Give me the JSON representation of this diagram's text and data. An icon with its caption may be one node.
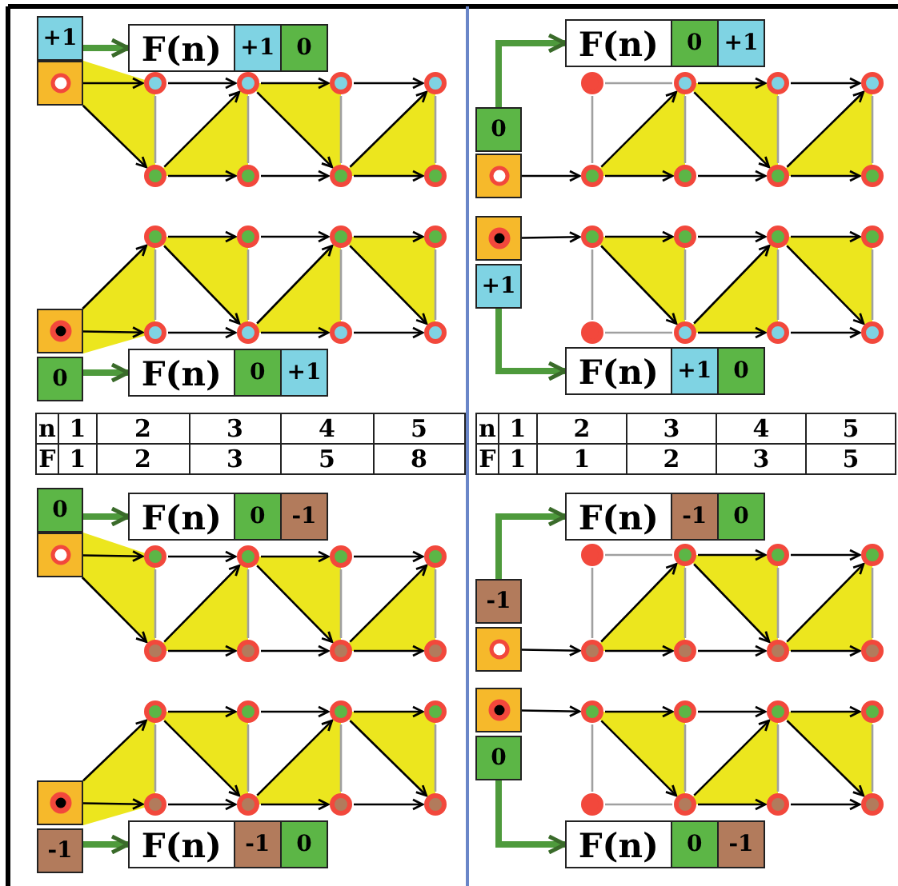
{
  "diagram": {
    "nodes": [
      {
        "text": [
          "+1"
        ]
      },
      {
        "text": [],
        "shape": "box"
      },
      {
        "text": [
          "F(n)",
          "+1",
          "0"
        ]
      },
      {
        "text": [],
        "shape": "circle"
      },
      {
        "text": [],
        "shape": "circle"
      },
      {
        "text": [],
        "shape": "circle"
      },
      {
        "text": [],
        "shape": "circle"
      },
      {
        "text": [],
        "shape": "circle"
      },
      {
        "text": [],
        "shape": "circle"
      },
      {
        "text": [],
        "shape": "circle"
      },
      {
        "text": [],
        "shape": "circle"
      },
      {
        "text": [
          "0"
        ]
      },
      {
        "text": [],
        "shape": "box"
      },
      {
        "text": [
          "F(n)",
          "0",
          "+1"
        ]
      },
      {
        "text": [],
        "shape": "circle"
      },
      {
        "text": [],
        "shape": "circle"
      },
      {
        "text": [],
        "shape": "circle"
      },
      {
        "text": [],
        "shape": "circle"
      },
      {
        "text": [],
        "shape": "circle"
      },
      {
        "text": [],
        "shape": "circle"
      },
      {
        "text": [],
        "shape": "circle"
      },
      {
        "text": [],
        "shape": "circle"
      },
      {
        "text": [
          "0"
        ]
      },
      {
        "text": [],
        "shape": "box"
      },
      {
        "text": [
          "F(n)",
          "0",
          "+1"
        ]
      },
      {
        "text": [],
        "shape": "circle"
      },
      {
        "text": [],
        "shape": "circle"
      },
      {
        "text": [],
        "shape": "circle"
      },
      {
        "text": [],
        "shape": "circle"
      },
      {
        "text": [],
        "shape": "circle"
      },
      {
        "text": [],
        "shape": "circle"
      },
      {
        "text": [],
        "shape": "circle"
      },
      {
        "text": [],
        "shape": "circle"
      },
      {
        "text": [
          "+1"
        ]
      },
      {
        "text": [],
        "shape": "box"
      },
      {
        "text": [
          "F(n)",
          "+1",
          "0"
        ]
      },
      {
        "text": [],
        "shape": "circle"
      },
      {
        "text": [],
        "shape": "circle"
      },
      {
        "text": [],
        "shape": "circle"
      },
      {
        "text": [],
        "shape": "circle"
      },
      {
        "text": [],
        "shape": "circle"
      },
      {
        "text": [],
        "shape": "circle"
      },
      {
        "text": [],
        "shape": "circle"
      },
      {
        "text": [],
        "shape": "circle"
      },
      {
        "text": [
          "0"
        ]
      },
      {
        "text": [],
        "shape": "box"
      },
      {
        "text": [
          "F(n)",
          "0",
          "-1"
        ]
      },
      {
        "text": [],
        "shape": "circle"
      },
      {
        "text": [],
        "shape": "circle"
      },
      {
        "text": [],
        "shape": "circle"
      },
      {
        "text": [],
        "shape": "circle"
      },
      {
        "text": [],
        "shape": "circle"
      },
      {
        "text": [],
        "shape": "circle"
      },
      {
        "text": [],
        "shape": "circle"
      },
      {
        "text": [],
        "shape": "circle"
      },
      {
        "text": [
          "-1"
        ]
      },
      {
        "text": [],
        "shape": "box"
      },
      {
        "text": [
          "F(n)",
          "-1",
          "0"
        ]
      },
      {
        "text": [],
        "shape": "circle"
      },
      {
        "text": [],
        "shape": "circle"
      },
      {
        "text": [],
        "shape": "circle"
      },
      {
        "text": [],
        "shape": "circle"
      },
      {
        "text": [],
        "shape": "circle"
      },
      {
        "text": [],
        "shape": "circle"
      },
      {
        "text": [],
        "shape": "circle"
      },
      {
        "text": [],
        "shape": "circle"
      },
      {
        "text": [
          "-1"
        ]
      },
      {
        "text": [],
        "shape": "box"
      },
      {
        "text": [
          "F(n)",
          "-1",
          "0"
        ]
      },
      {
        "text": [],
        "shape": "circle"
      },
      {
        "text": [],
        "shape": "circle"
      },
      {
        "text": [],
        "shape": "circle"
      },
      {
        "text": [],
        "shape": "circle"
      },
      {
        "text": [],
        "shape": "circle"
      },
      {
        "text": [],
        "shape": "circle"
      },
      {
        "text": [],
        "shape": "circle"
      },
      {
        "text": [],
        "shape": "circle"
      },
      {
        "text": [
          "0"
        ]
      },
      {
        "text": [],
        "shape": "box"
      },
      {
        "text": [
          "F(n)",
          "0",
          "-1"
        ]
      },
      {
        "text": [],
        "shape": "circle"
      },
      {
        "text": [],
        "shape": "circle"
      },
      {
        "text": [],
        "shape": "circle"
      },
      {
        "text": [],
        "shape": "circle"
      },
      {
        "text": [],
        "shape": "circle"
      },
      {
        "text": [],
        "shape": "circle"
      },
      {
        "text": [],
        "shape": "circle"
      },
      {
        "text": [],
        "shape": "circle"
      }
    ],
    "edges": [
      {
        "from": 1,
        "to": 3,
        "arrow": "to"
      },
      {
        "from": 1,
        "to": 7,
        "arrow": "to"
      },
      {
        "from": 3,
        "to": 4,
        "arrow": "to"
      },
      {
        "from": 4,
        "to": 5,
        "arrow": "to"
      },
      {
        "from": 5,
        "to": 6,
        "arrow": "to"
      },
      {
        "from": 7,
        "to": 8,
        "arrow": "to"
      },
      {
        "from": 8,
        "to": 9,
        "arrow": "to"
      },
      {
        "from": 9,
        "to": 10,
        "arrow": "to"
      },
      {
        "from": 7,
        "to": 4,
        "arrow": "to"
      },
      {
        "from": 4,
        "to": 9,
        "arrow": "to"
      },
      {
        "from": 9,
        "to": 6,
        "arrow": "to"
      },
      {
        "from": 3,
        "to": 7,
        "arrow": "none",
        "color": "#a0a0a0"
      },
      {
        "from": 4,
        "to": 8,
        "arrow": "none",
        "color": "#a0a0a0"
      },
      {
        "from": 5,
        "to": 9,
        "arrow": "none",
        "color": "#a0a0a0"
      },
      {
        "from": 6,
        "to": 10,
        "arrow": "none",
        "color": "#a0a0a0"
      },
      {
        "from": 0,
        "to": 2,
        "arrow": "to",
        "style": "thick",
        "color": "#4e9a3c"
      },
      {
        "from": 12,
        "to": 18,
        "arrow": "to"
      },
      {
        "from": 14,
        "to": 15,
        "arrow": "none",
        "color": "#a0a0a0"
      },
      {
        "from": 15,
        "to": 16,
        "arrow": "to"
      },
      {
        "from": 16,
        "to": 17,
        "arrow": "to"
      },
      {
        "from": 18,
        "to": 19,
        "arrow": "to"
      },
      {
        "from": 19,
        "to": 20,
        "arrow": "to"
      },
      {
        "from": 20,
        "to": 21,
        "arrow": "to"
      },
      {
        "from": 18,
        "to": 15,
        "arrow": "to"
      },
      {
        "from": 15,
        "to": 20,
        "arrow": "to"
      },
      {
        "from": 20,
        "to": 17,
        "arrow": "to"
      },
      {
        "from": 14,
        "to": 18,
        "arrow": "none",
        "color": "#a0a0a0"
      },
      {
        "from": 15,
        "to": 19,
        "arrow": "none",
        "color": "#a0a0a0"
      },
      {
        "from": 16,
        "to": 20,
        "arrow": "none",
        "color": "#a0a0a0"
      },
      {
        "from": 17,
        "to": 21,
        "arrow": "none",
        "color": "#a0a0a0"
      },
      {
        "from": 11,
        "to": 13,
        "arrow": "to",
        "style": "thick",
        "color": "#4e9a3c"
      },
      {
        "from": 23,
        "to": 25,
        "arrow": "to"
      },
      {
        "from": 23,
        "to": 29,
        "arrow": "to"
      },
      {
        "from": 25,
        "to": 26,
        "arrow": "to"
      },
      {
        "from": 26,
        "to": 27,
        "arrow": "to"
      },
      {
        "from": 27,
        "to": 28,
        "arrow": "to"
      },
      {
        "from": 29,
        "to": 30,
        "arrow": "to"
      },
      {
        "from": 30,
        "to": 31,
        "arrow": "to"
      },
      {
        "from": 31,
        "to": 32,
        "arrow": "to"
      },
      {
        "from": 25,
        "to": 30,
        "arrow": "to"
      },
      {
        "from": 30,
        "to": 27,
        "arrow": "to"
      },
      {
        "from": 27,
        "to": 32,
        "arrow": "to"
      },
      {
        "from": 25,
        "to": 29,
        "arrow": "none",
        "color": "#a0a0a0"
      },
      {
        "from": 26,
        "to": 30,
        "arrow": "none",
        "color": "#a0a0a0"
      },
      {
        "from": 27,
        "to": 31,
        "arrow": "none",
        "color": "#a0a0a0"
      },
      {
        "from": 28,
        "to": 32,
        "arrow": "none",
        "color": "#a0a0a0"
      },
      {
        "from": 22,
        "to": 24,
        "arrow": "to",
        "style": "thick",
        "color": "#4e9a3c"
      },
      {
        "from": 34,
        "to": 36,
        "arrow": "to"
      },
      {
        "from": 36,
        "to": 37,
        "arrow": "to"
      },
      {
        "from": 37,
        "to": 38,
        "arrow": "to"
      },
      {
        "from": 38,
        "to": 39,
        "arrow": "to"
      },
      {
        "from": 40,
        "to": 41,
        "arrow": "none",
        "color": "#a0a0a0"
      },
      {
        "from": 41,
        "to": 42,
        "arrow": "to"
      },
      {
        "from": 42,
        "to": 43,
        "arrow": "to"
      },
      {
        "from": 36,
        "to": 41,
        "arrow": "to"
      },
      {
        "from": 41,
        "to": 38,
        "arrow": "to"
      },
      {
        "from": 38,
        "to": 43,
        "arrow": "to"
      },
      {
        "from": 36,
        "to": 40,
        "arrow": "none",
        "color": "#a0a0a0"
      },
      {
        "from": 37,
        "to": 41,
        "arrow": "none",
        "color": "#a0a0a0"
      },
      {
        "from": 38,
        "to": 42,
        "arrow": "none",
        "color": "#a0a0a0"
      },
      {
        "from": 39,
        "to": 43,
        "arrow": "none",
        "color": "#a0a0a0"
      },
      {
        "from": 33,
        "to": 35,
        "arrow": "to",
        "style": "thick",
        "color": "#4e9a3c"
      },
      {
        "from": 45,
        "to": 47,
        "arrow": "to"
      },
      {
        "from": 45,
        "to": 51,
        "arrow": "to"
      },
      {
        "from": 47,
        "to": 48,
        "arrow": "to"
      },
      {
        "from": 48,
        "to": 49,
        "arrow": "to"
      },
      {
        "from": 49,
        "to": 50,
        "arrow": "to"
      },
      {
        "from": 51,
        "to": 52,
        "arrow": "to"
      },
      {
        "from": 52,
        "to": 53,
        "arrow": "to"
      },
      {
        "from": 53,
        "to": 54,
        "arrow": "to"
      },
      {
        "from": 51,
        "to": 48,
        "arrow": "to"
      },
      {
        "from": 48,
        "to": 53,
        "arrow": "to"
      },
      {
        "from": 53,
        "to": 50,
        "arrow": "to"
      },
      {
        "from": 47,
        "to": 51,
        "arrow": "none",
        "color": "#a0a0a0"
      },
      {
        "from": 48,
        "to": 52,
        "arrow": "none",
        "color": "#a0a0a0"
      },
      {
        "from": 49,
        "to": 53,
        "arrow": "none",
        "color": "#a0a0a0"
      },
      {
        "from": 50,
        "to": 54,
        "arrow": "none",
        "color": "#a0a0a0"
      },
      {
        "from": 44,
        "to": 46,
        "arrow": "to",
        "style": "thick",
        "color": "#4e9a3c"
      },
      {
        "from": 56,
        "to": 62,
        "arrow": "to"
      },
      {
        "from": 58,
        "to": 59,
        "arrow": "none",
        "color": "#a0a0a0"
      },
      {
        "from": 59,
        "to": 60,
        "arrow": "to"
      },
      {
        "from": 60,
        "to": 61,
        "arrow": "to"
      },
      {
        "from": 62,
        "to": 63,
        "arrow": "to"
      },
      {
        "from": 63,
        "to": 64,
        "arrow": "to"
      },
      {
        "from": 64,
        "to": 65,
        "arrow": "to"
      },
      {
        "from": 62,
        "to": 59,
        "arrow": "to"
      },
      {
        "from": 59,
        "to": 64,
        "arrow": "to"
      },
      {
        "from": 64,
        "to": 61,
        "arrow": "to"
      },
      {
        "from": 58,
        "to": 62,
        "arrow": "none",
        "color": "#a0a0a0"
      },
      {
        "from": 59,
        "to": 63,
        "arrow": "none",
        "color": "#a0a0a0"
      },
      {
        "from": 60,
        "to": 64,
        "arrow": "none",
        "color": "#a0a0a0"
      },
      {
        "from": 61,
        "to": 65,
        "arrow": "none",
        "color": "#a0a0a0"
      },
      {
        "from": 55,
        "to": 57,
        "arrow": "to",
        "style": "thick",
        "color": "#4e9a3c"
      },
      {
        "from": 67,
        "to": 69,
        "arrow": "to"
      },
      {
        "from": 67,
        "to": 73,
        "arrow": "to"
      },
      {
        "from": 69,
        "to": 70,
        "arrow": "to"
      },
      {
        "from": 70,
        "to": 71,
        "arrow": "to"
      },
      {
        "from": 71,
        "to": 72,
        "arrow": "to"
      },
      {
        "from": 73,
        "to": 74,
        "arrow": "to"
      },
      {
        "from": 74,
        "to": 75,
        "arrow": "to"
      },
      {
        "from": 75,
        "to": 76,
        "arrow": "to"
      },
      {
        "from": 69,
        "to": 74,
        "arrow": "to"
      },
      {
        "from": 74,
        "to": 71,
        "arrow": "to"
      },
      {
        "from": 71,
        "to": 76,
        "arrow": "to"
      },
      {
        "from": 69,
        "to": 73,
        "arrow": "none",
        "color": "#a0a0a0"
      },
      {
        "from": 70,
        "to": 74,
        "arrow": "none",
        "color": "#a0a0a0"
      },
      {
        "from": 71,
        "to": 75,
        "arrow": "none",
        "color": "#a0a0a0"
      },
      {
        "from": 72,
        "to": 76,
        "arrow": "none",
        "color": "#a0a0a0"
      },
      {
        "from": 66,
        "to": 68,
        "arrow": "to",
        "style": "thick",
        "color": "#4e9a3c"
      },
      {
        "from": 78,
        "to": 80,
        "arrow": "to"
      },
      {
        "from": 80,
        "to": 81,
        "arrow": "to"
      },
      {
        "from": 81,
        "to": 82,
        "arrow": "to"
      },
      {
        "from": 82,
        "to": 83,
        "arrow": "to"
      },
      {
        "from": 84,
        "to": 85,
        "arrow": "none",
        "color": "#a0a0a0"
      },
      {
        "from": 85,
        "to": 86,
        "arrow": "to"
      },
      {
        "from": 86,
        "to": 87,
        "arrow": "to"
      },
      {
        "from": 80,
        "to": 85,
        "arrow": "to"
      },
      {
        "from": 85,
        "to": 82,
        "arrow": "to"
      },
      {
        "from": 82,
        "to": 87,
        "arrow": "to"
      },
      {
        "from": 80,
        "to": 84,
        "arrow": "none",
        "color": "#a0a0a0"
      },
      {
        "from": 81,
        "to": 85,
        "arrow": "none",
        "color": "#a0a0a0"
      },
      {
        "from": 82,
        "to": 86,
        "arrow": "none",
        "color": "#a0a0a0"
      },
      {
        "from": 83,
        "to": 87,
        "arrow": "none",
        "color": "#a0a0a0"
      },
      {
        "from": 77,
        "to": 79,
        "arrow": "to",
        "style": "thick",
        "color": "#4e9a3c"
      }
    ],
    "labels": [
      "n",
      "1",
      "2",
      "3",
      "4",
      "5",
      "F",
      "1",
      "2",
      "3",
      "5",
      "8",
      "n",
      "1",
      "2",
      "3",
      "4",
      "5",
      "F",
      "1",
      "1",
      "2",
      "3",
      "5"
    ]
  }
}
